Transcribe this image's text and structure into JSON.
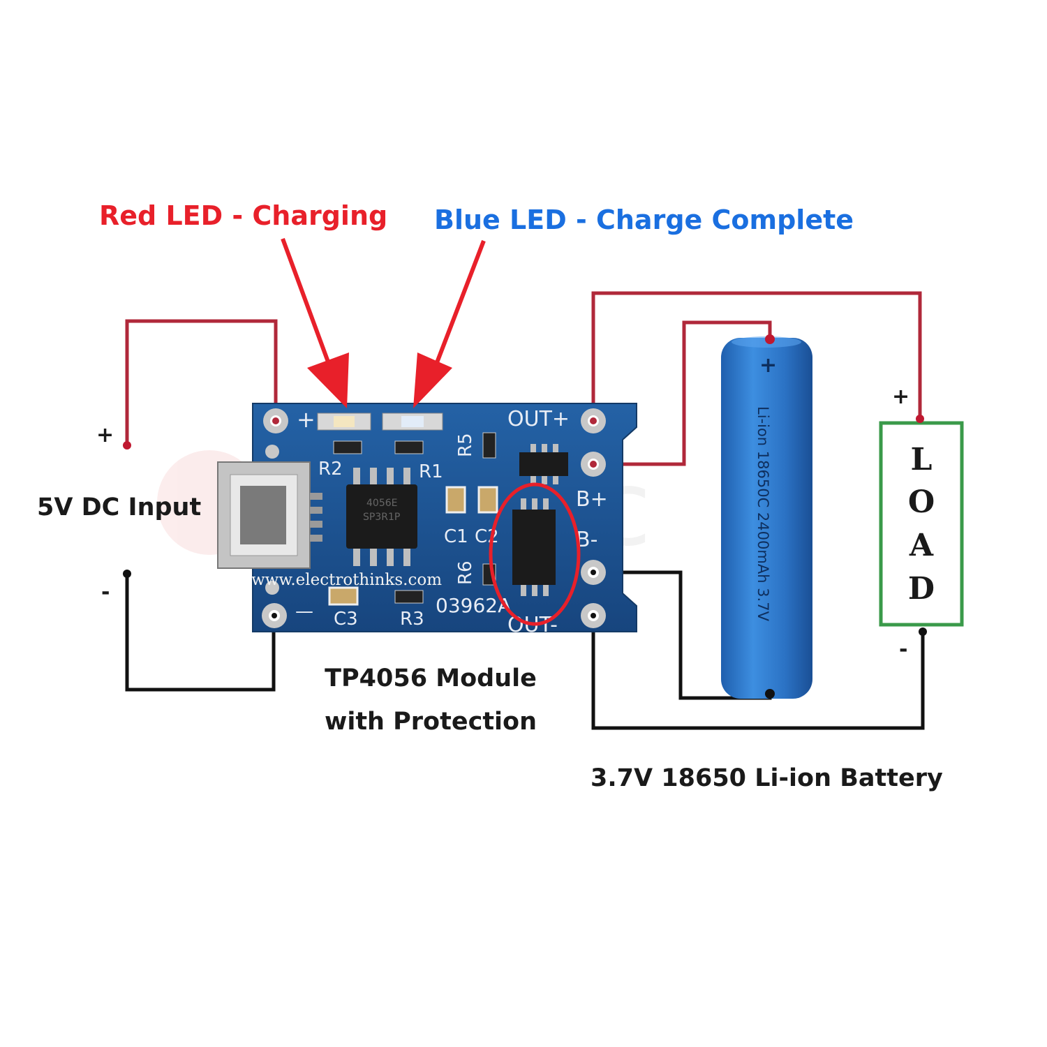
{
  "labels": {
    "red_led": "Red LED - Charging",
    "blue_led": "Blue LED - Charge Complete",
    "input": "5V DC Input",
    "input_plus": "+",
    "input_minus": "-",
    "module_line1": "TP4056 Module",
    "module_line2": "with Protection",
    "battery_caption": "3.7V 18650 Li-ion Battery",
    "load_plus": "+",
    "load_minus": "-",
    "battery_plus": "+"
  },
  "load": {
    "letters": [
      "L",
      "O",
      "A",
      "D"
    ]
  },
  "pcb": {
    "pad_plus": "+",
    "pad_minus": "—",
    "out_plus": "OUT+",
    "out_minus": "OUT-",
    "b_plus": "B+",
    "b_minus": "B-",
    "r1": "R1",
    "r2": "R2",
    "r3": "R3",
    "r5": "R5",
    "r6": "R6",
    "c1": "C1",
    "c2": "C2",
    "c3": "C3",
    "chip_code": "03962A",
    "ic_marking_1": "4056E",
    "ic_marking_2": "SP3R1P",
    "website": "www.electrothinks.com"
  },
  "battery": {
    "print": "Li-ion 18650C 2400mAh 3.7V"
  },
  "watermark": "electric",
  "colors": {
    "red": "#e8202a",
    "blue": "#1a6fe0",
    "wire_red": "#b0283a",
    "wire_black": "#111111",
    "pcb": "#1d4f8c",
    "battery": "#2f78c8",
    "load_border": "#3a9a4a"
  }
}
